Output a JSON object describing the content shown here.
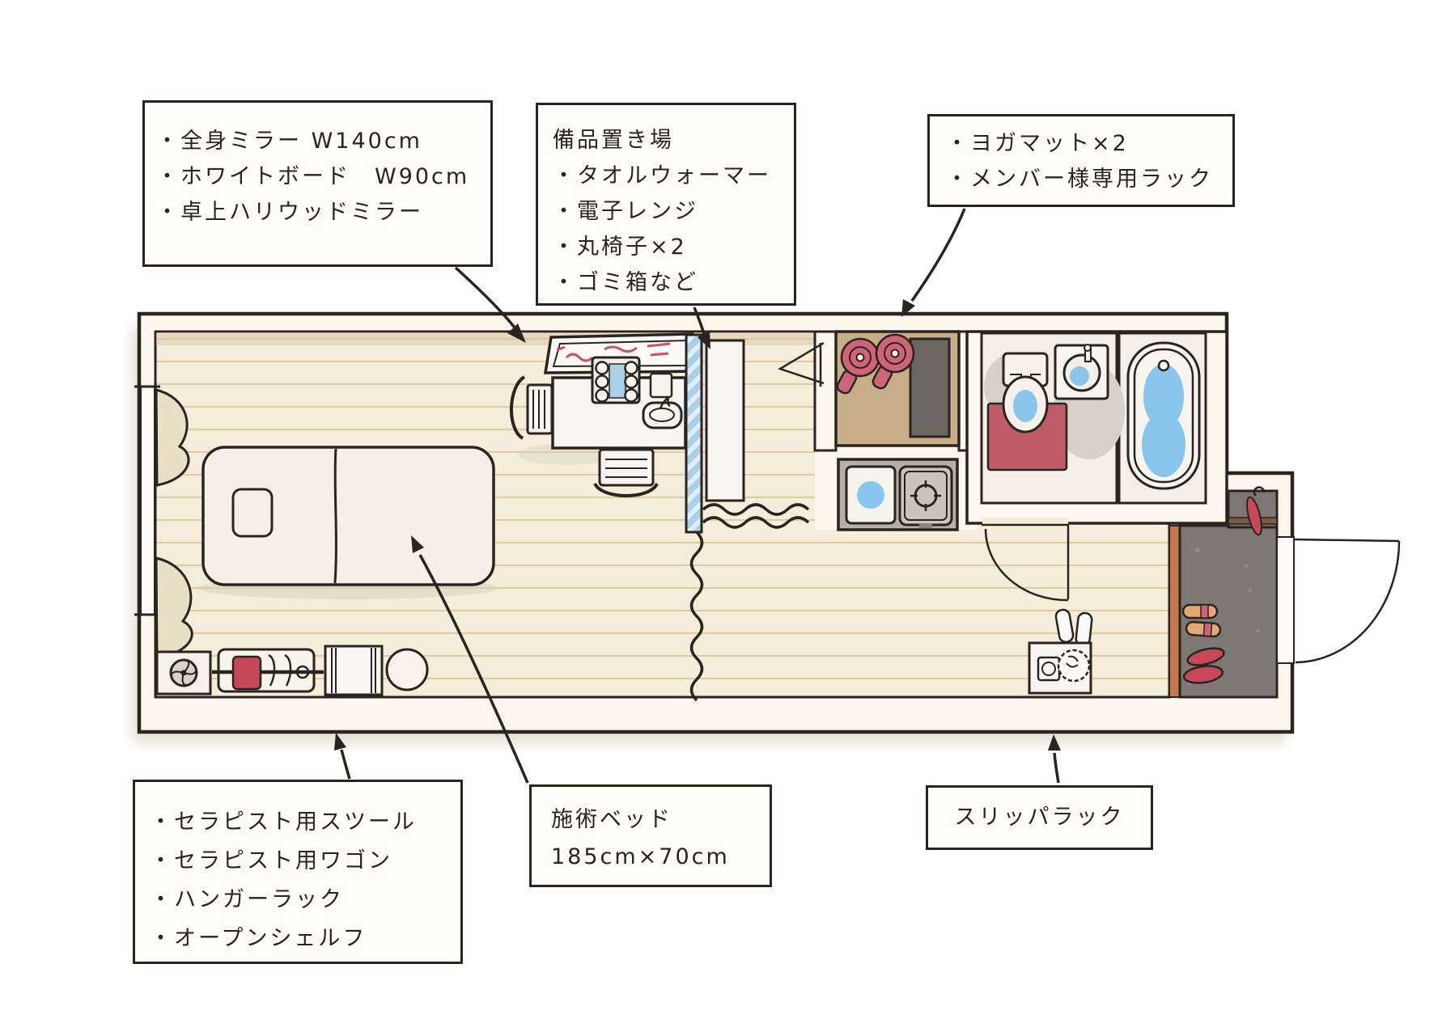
{
  "legend": {
    "mirror_area": {
      "lines": [
        "・全身ミラー W140cm",
        "・ホワイトボード　W90cm",
        "・卓上ハリウッドミラー"
      ]
    },
    "equipment_area": {
      "lines": [
        "備品置き場",
        "・タオルウォーマー",
        "・電子レンジ",
        "・丸椅子×2",
        "・ゴミ箱など"
      ]
    },
    "yoga_area": {
      "lines": [
        "・ヨガマット×2",
        "・メンバー様専用ラック"
      ]
    },
    "therapist_area": {
      "lines": [
        "・セラピスト用スツール",
        "・セラピスト用ワゴン",
        "・ハンガーラック",
        "・オープンシェルフ"
      ]
    },
    "treatment_bed": {
      "lines": [
        "施術ベッド",
        "185cm×70cm"
      ]
    },
    "slipper_rack": {
      "lines": [
        "スリッパラック"
      ]
    }
  },
  "colors": {
    "ink": "#2a241e",
    "wall": "#faf6ec",
    "wood": "#f5ecda",
    "plank": "#c9ae85",
    "water": "#8ac5ec",
    "mirror": "#a9d0e6",
    "mat_red": "#c05c68",
    "yoga_pink": "#cf6378",
    "rack_dark": "#6b6660",
    "mat_tan": "#c7ae8a",
    "counter_gray": "#b6afa5",
    "genkan_gray": "#7d7873",
    "threshold": "#c4774e",
    "curtain": "#e9dfc7",
    "accent_red": "#c6485a",
    "slipper_tan": "#e2a873",
    "board_red": "#d14f63",
    "shadow": "#ded7ca"
  }
}
